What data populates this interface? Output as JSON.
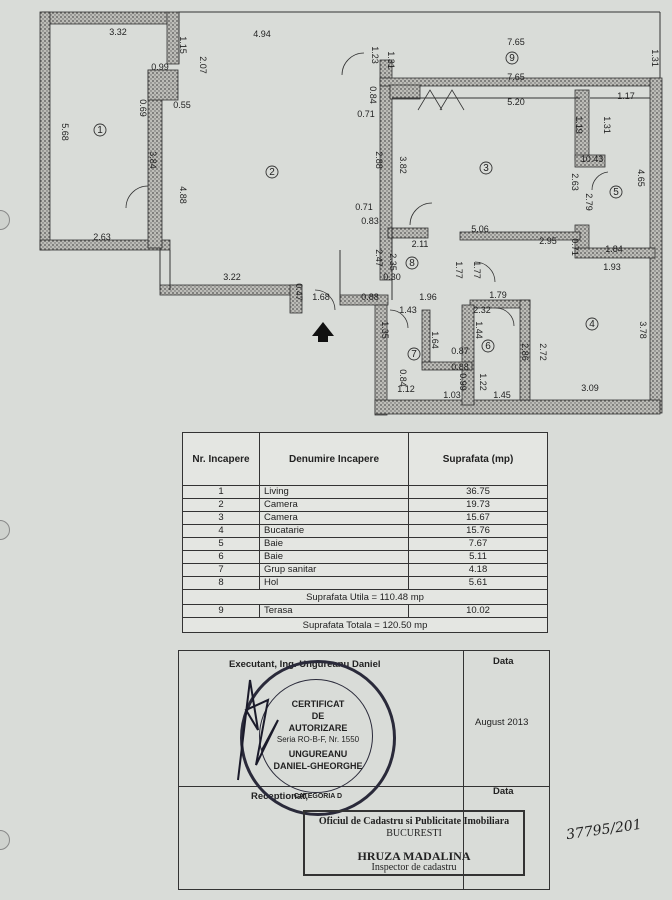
{
  "plan": {
    "dimensions": [
      "3.32",
      "4.94",
      "7.65",
      "7.65",
      "1.31",
      "1.15",
      "2.07",
      "1.23",
      "1.31",
      "0.99",
      "0.69",
      "0.55",
      "5.68",
      "3.84",
      "4.88",
      "2.63",
      "3.22",
      "0.84",
      "0.71",
      "5.20",
      "1.17",
      "1.19",
      "1.31",
      "10.43",
      "2.88",
      "3.82",
      "2.63",
      "2.79",
      "4.65",
      "0.71",
      "0.83",
      "5.06",
      "2.95",
      "0.71",
      "1.84",
      "1.93",
      "2.11",
      "2.47",
      "2.35",
      "0.30",
      "1.77",
      "1.77",
      "1.68",
      "0.88",
      "1.96",
      "1.79",
      "0.47",
      "1.43",
      "2.32",
      "1.35",
      "1.64",
      "1.44",
      "0.87",
      "0.88",
      "0.84",
      "0.99",
      "1.22",
      "2.86",
      "2.72",
      "3.78",
      "1.12",
      "1.03",
      "1.45",
      "3.09"
    ],
    "room_numbers": [
      "1",
      "2",
      "3",
      "4",
      "5",
      "6",
      "7",
      "8",
      "9"
    ]
  },
  "table": {
    "header_nr": "Nr. Incapere",
    "header_name": "Denumire Incapere",
    "header_area": "Suprafata (mp)",
    "rows": [
      {
        "nr": "1",
        "name": "Living",
        "area": "36.75"
      },
      {
        "nr": "2",
        "name": "Camera",
        "area": "19.73"
      },
      {
        "nr": "3",
        "name": "Camera",
        "area": "15.67"
      },
      {
        "nr": "4",
        "name": "Bucatarie",
        "area": "15.76"
      },
      {
        "nr": "5",
        "name": "Baie",
        "area": "7.67"
      },
      {
        "nr": "6",
        "name": "Baie",
        "area": "5.11"
      },
      {
        "nr": "7",
        "name": "Grup sanitar",
        "area": "4.18"
      },
      {
        "nr": "8",
        "name": "Hol",
        "area": "5.61"
      }
    ],
    "useful_area": "Suprafata Utila = 110.48 mp",
    "terrace": {
      "nr": "9",
      "name": "Terasa",
      "area": "10.02"
    },
    "total_area": "Suprafata Totala = 120.50 mp"
  },
  "signature": {
    "executant": "Executant, Ing. Ungureanu Daniel",
    "data_label": "Data",
    "date": "August 2013",
    "receptionat": "Receptionat,",
    "data_label2": "Data"
  },
  "stamp": {
    "line1": "CERTIFICAT",
    "line2": "DE",
    "line3": "AUTORIZARE",
    "line4": "Seria RO-B-F, Nr. 1550",
    "line5": "UNGUREANU",
    "line6": "DANIEL-GHEORGHE",
    "category": "CATEGORIA D"
  },
  "office_stamp": {
    "line1": "Oficiul de Cadastru si Publicitate Imobiliara",
    "line2": "BUCURESTI",
    "line3": "HRUZA MADALINA",
    "line4": "Inspector de cadastru"
  },
  "handwritten": "37795/201"
}
